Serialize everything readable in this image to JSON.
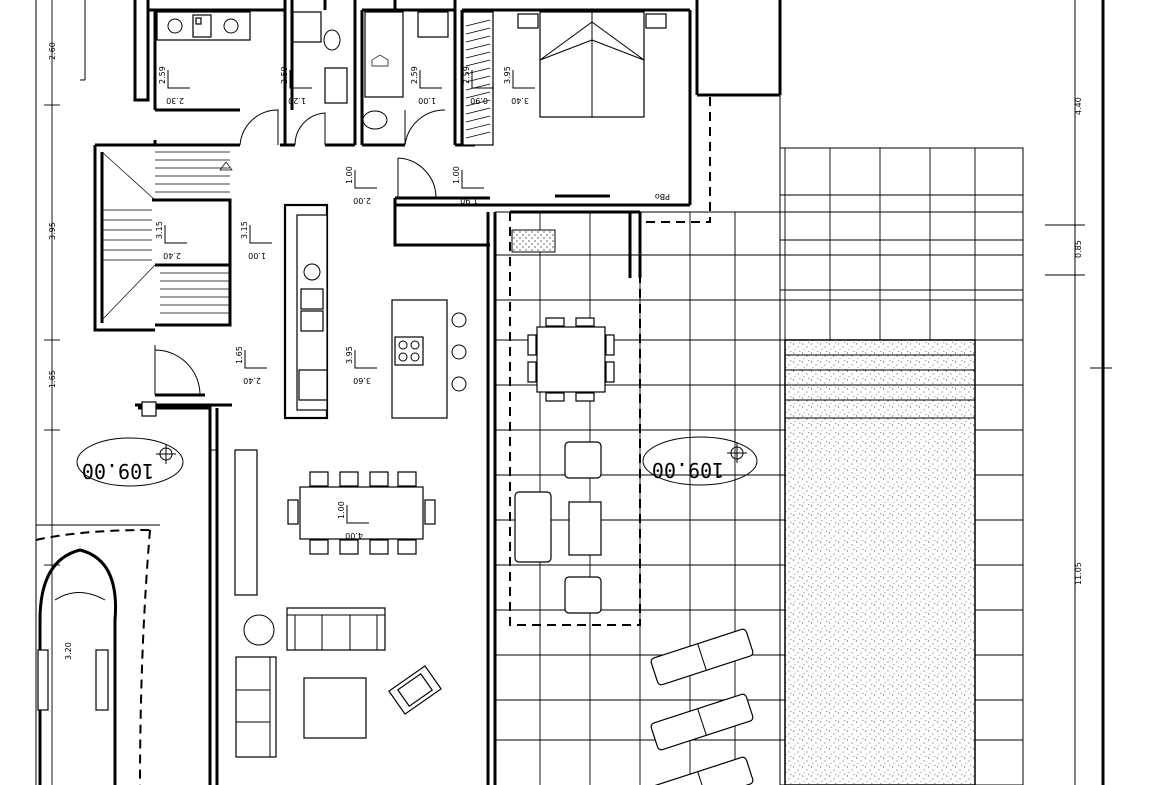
{
  "levels": [
    "109.00",
    "109.00"
  ],
  "dimensions": {
    "left": [
      "2.60",
      "3.95",
      "1.65",
      "3.20"
    ],
    "right": [
      "4.40",
      "0.85",
      "11.05"
    ]
  },
  "room_heights": [
    {
      "h": "2.59",
      "v": "2.30"
    },
    {
      "h": "2.59",
      "v": "1.20"
    },
    {
      "h": "2.59",
      "v": "1.00"
    },
    {
      "h": "2.59",
      "v": "0.90"
    },
    {
      "h": "3.95",
      "v": "3.40"
    },
    {
      "h": "1.00",
      "v": "2.00"
    },
    {
      "h": "1.00",
      "v": "1.90"
    },
    {
      "h": "3.15",
      "v": "2.40"
    },
    {
      "h": "3.15",
      "v": "1.00"
    },
    {
      "h": "1.65",
      "v": "2.40"
    },
    {
      "h": "3.95",
      "v": "3.60"
    },
    {
      "h": "1.00",
      "v": "4.00"
    }
  ],
  "small_text": [
    "PBo"
  ]
}
